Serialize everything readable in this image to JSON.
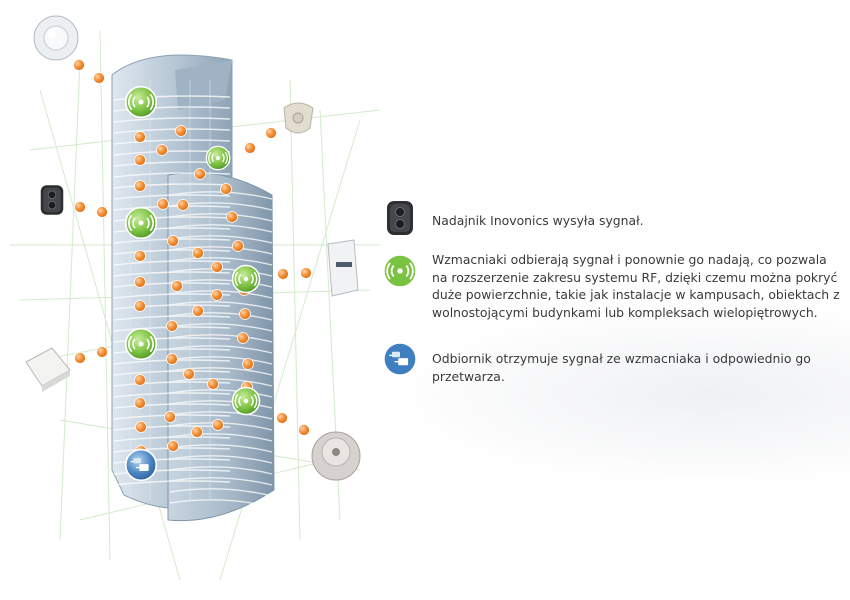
{
  "legend": {
    "transmitter_text": "Nadajnik Inovonics wysyła sygnał.",
    "repeater_text": "Wzmacniaki odbierają sygnał i ponownie go nadają, co pozwala na rozszerzenie zakresu systemu RF, dzięki czemu można pokryć duże powierzchnie, takie jak instalacje w kampusach, obiektach z wolnostojącymi budynkami lub kompleksach wielopiętrowych.",
    "receiver_text": "Odbiornik otrzymuje sygnał ze wzmacniaka i odpowiednio go przetwarza."
  },
  "icons": {
    "transmitter": "key-fob-transmitter-icon",
    "repeater": "wireless-repeater-icon",
    "receiver": "receiver-icon"
  },
  "colors": {
    "signal_dot": "#f28a2e",
    "repeater_green": "#7cc242",
    "receiver_blue": "#3f7fbf",
    "building_glass": "#b9c9d6",
    "grid_green": "#b8dcb0"
  }
}
